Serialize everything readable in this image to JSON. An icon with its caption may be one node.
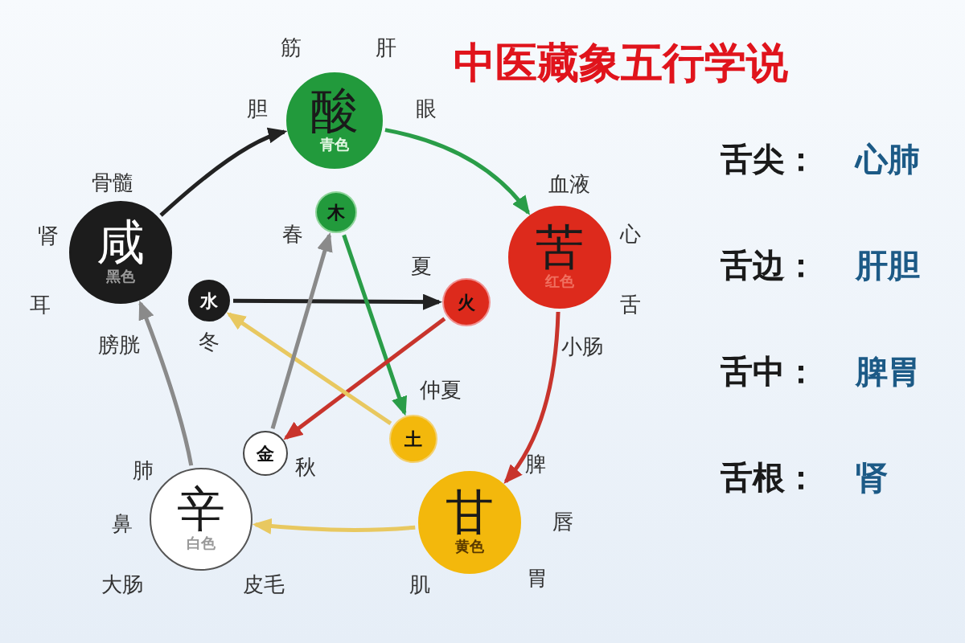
{
  "diagram": {
    "title": "中医藏象五行学说",
    "nodes": [
      {
        "text": [
          "酸",
          "青色"
        ],
        "beside": [
          "筋",
          "肝",
          "胆",
          "眼"
        ]
      },
      {
        "text": [
          "木"
        ],
        "beside": [
          "春"
        ]
      },
      {
        "text": [
          "苦",
          "红色"
        ],
        "beside": [
          "血液",
          "心",
          "舌",
          "小肠"
        ]
      },
      {
        "text": [
          "火"
        ],
        "beside": [
          "夏"
        ]
      },
      {
        "text": [
          "甘",
          "黄色"
        ],
        "beside": [
          "脾",
          "唇",
          "胃",
          "肌"
        ]
      },
      {
        "text": [
          "土"
        ],
        "beside": [
          "仲夏"
        ]
      },
      {
        "text": [
          "辛",
          "白色"
        ],
        "beside": [
          "肺",
          "鼻",
          "大肠",
          "皮毛"
        ]
      },
      {
        "text": [
          "金"
        ],
        "beside": [
          "秋"
        ]
      },
      {
        "text": [
          "咸",
          "黑色"
        ],
        "beside": [
          "骨髓",
          "肾",
          "耳",
          "膀胱"
        ]
      },
      {
        "text": [
          "水"
        ],
        "beside": [
          "冬"
        ]
      }
    ],
    "edges": [
      {
        "from": 8,
        "to": 0,
        "arrow": "to",
        "color": "#222222"
      },
      {
        "from": 0,
        "to": 2,
        "arrow": "to",
        "color": "#2a9d48"
      },
      {
        "from": 2,
        "to": 4,
        "arrow": "to",
        "color": "#c8342c"
      },
      {
        "from": 4,
        "to": 6,
        "arrow": "to",
        "color": "#e8c860"
      },
      {
        "from": 6,
        "to": 8,
        "arrow": "to",
        "color": "#8a8a8a"
      },
      {
        "from": 9,
        "to": 3,
        "arrow": "to",
        "color": "#222222"
      },
      {
        "from": 1,
        "to": 5,
        "arrow": "to",
        "color": "#2a9d48"
      },
      {
        "from": 3,
        "to": 7,
        "arrow": "to",
        "color": "#c8342c"
      },
      {
        "from": 5,
        "to": 9,
        "arrow": "to",
        "color": "#e8c860"
      },
      {
        "from": 7,
        "to": 1,
        "arrow": "to",
        "color": "#8a8a8a"
      }
    ],
    "labels": [
      "舌尖：",
      "心肺",
      "舌边：",
      "肝胆",
      "舌中：",
      "脾胃",
      "舌根：",
      "肾"
    ]
  }
}
